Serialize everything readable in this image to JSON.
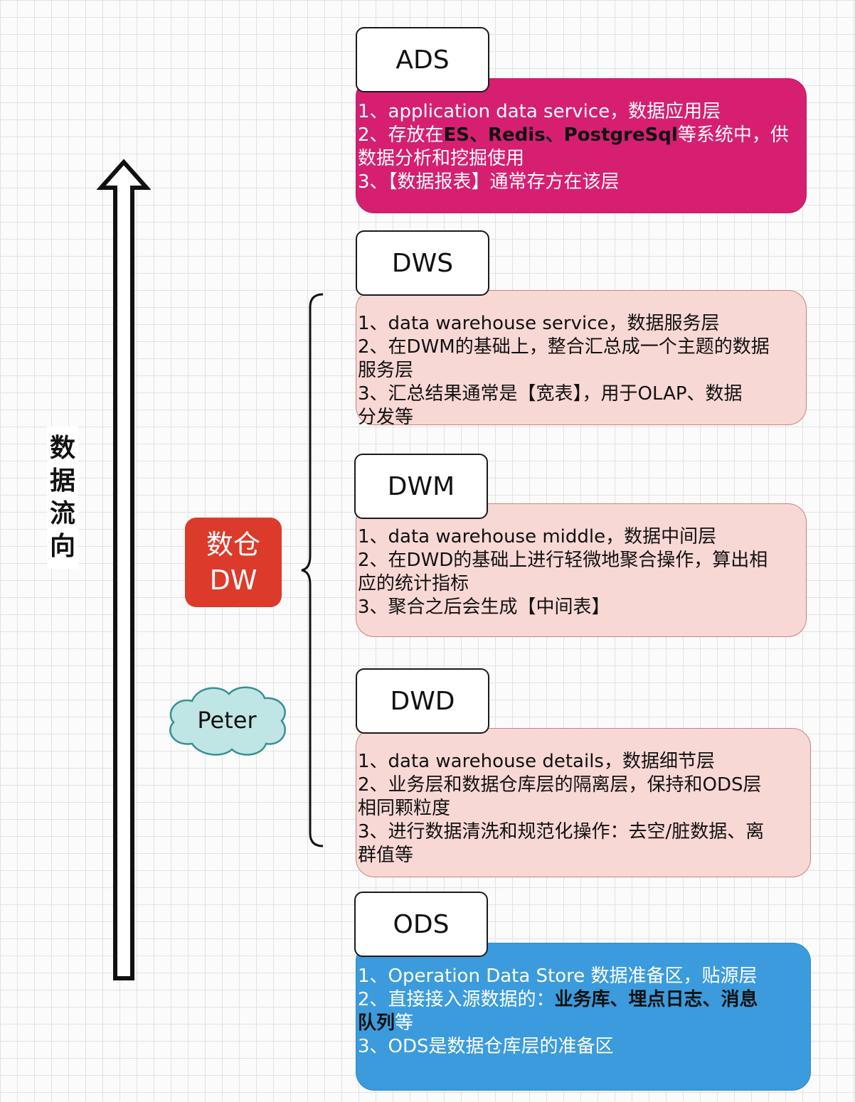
{
  "vertical_label": [
    "数",
    "据",
    "流",
    "向"
  ],
  "dw_box": {
    "line1": "数仓",
    "line2": "DW"
  },
  "cloud": {
    "label": "Peter"
  },
  "layers": {
    "ads": {
      "title": "ADS",
      "lines": {
        "l1": "1、application data service，数据应用层",
        "l2_pre": "2、存放在",
        "l2_bold": "ES、Redis、PostgreSql",
        "l2_post": "等系统中，供",
        "l3": "数据分析和挖掘使用",
        "l4": "3、【数据报表】通常存方在该层"
      }
    },
    "dws": {
      "title": "DWS",
      "lines": [
        "1、data warehouse service，数据服务层",
        "2、在DWM的基础上，整合汇总成一个主题的数据",
        "服务层",
        "3、汇总结果通常是【宽表】，用于OLAP、数据",
        "分发等"
      ]
    },
    "dwm": {
      "title": "DWM",
      "lines": [
        "1、data warehouse middle，数据中间层",
        "2、在DWD的基础上进行轻微地聚合操作，算出相",
        "应的统计指标",
        "3、聚合之后会生成【中间表】"
      ]
    },
    "dwd": {
      "title": "DWD",
      "lines": [
        "1、data warehouse details，数据细节层",
        "2、业务层和数据仓库层的隔离层，保持和ODS层",
        "相同颗粒度",
        "3、进行数据清洗和规范化操作：去空/脏数据、离",
        "群值等"
      ]
    },
    "ods": {
      "title": "ODS",
      "lines": {
        "l1": "1、Operation Data Store 数据准备区，贴源层",
        "l2_pre": "2、直接接入源数据的：",
        "l2_bold": "业务库、埋点日志、消息",
        "l3_bold": "队列",
        "l3_post": "等",
        "l4": "3、ODS是数据仓库层的准备区"
      }
    }
  },
  "colors": {
    "ads": "#d61f71",
    "dws_dwm_dwd": "#f8d8d5",
    "ods": "#3b9bdc",
    "dw_box": "#dc3a2b",
    "cloud": "#bfe6e4"
  }
}
